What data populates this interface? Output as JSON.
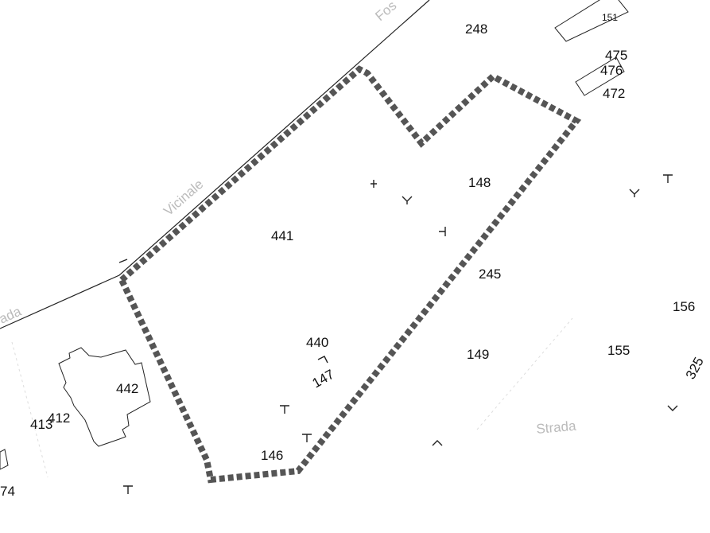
{
  "parcels": [
    {
      "label": "248"
    },
    {
      "label": "151"
    },
    {
      "label": "475"
    },
    {
      "label": "476"
    },
    {
      "label": "472"
    },
    {
      "label": "148"
    },
    {
      "label": "441"
    },
    {
      "label": "245"
    },
    {
      "label": "156"
    },
    {
      "label": "155"
    },
    {
      "label": "440"
    },
    {
      "label": "147"
    },
    {
      "label": "149"
    },
    {
      "label": "442"
    },
    {
      "label": "412"
    },
    {
      "label": "413"
    },
    {
      "label": "146"
    },
    {
      "label": "74"
    },
    {
      "label": "325"
    }
  ],
  "roads": {
    "vicinale": "Vicinale",
    "strada_left": "ada",
    "strada_bottom": "Strada",
    "fos": "Fos"
  },
  "colors": {
    "boundary": "#555555",
    "lines": "#222222",
    "faint_text": "#bbbbbb"
  }
}
